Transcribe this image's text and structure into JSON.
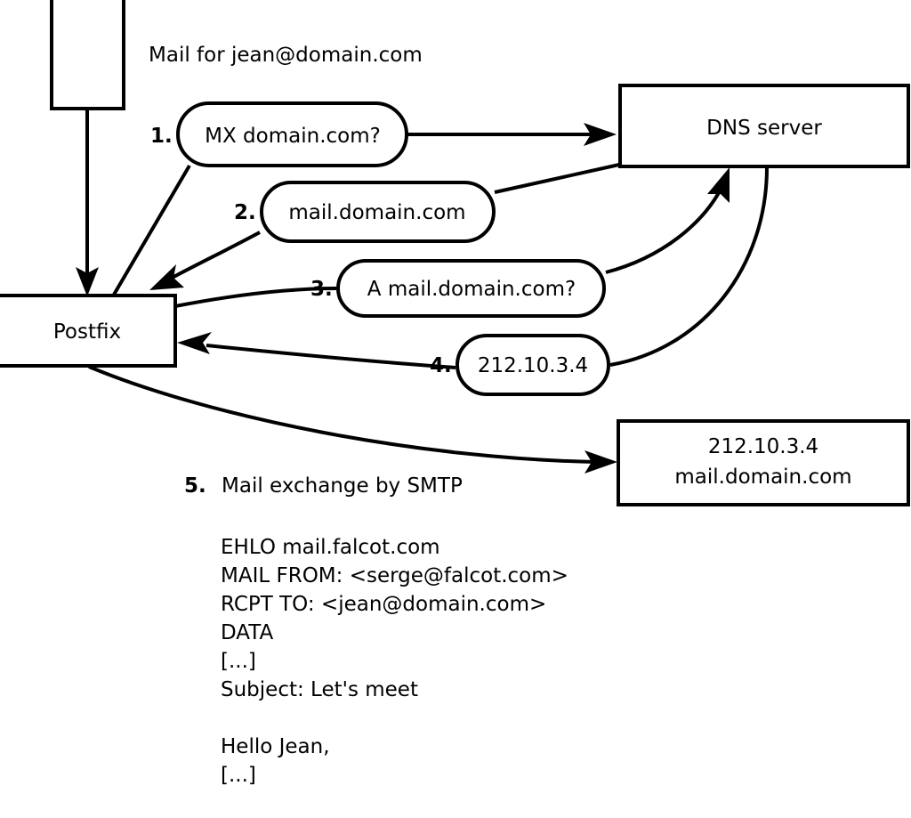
{
  "diagram": {
    "title_label": "Mail for jean@domain.com",
    "nodes": {
      "source_box": {
        "label": ""
      },
      "postfix": {
        "label": "Postfix"
      },
      "dns_server": {
        "label": "DNS server"
      },
      "mail_server": {
        "line1": "212.10.3.4",
        "line2": "mail.domain.com"
      }
    },
    "steps": [
      {
        "num": "1.",
        "label": "MX domain.com?"
      },
      {
        "num": "2.",
        "label": "mail.domain.com"
      },
      {
        "num": "3.",
        "label": "A mail.domain.com?"
      },
      {
        "num": "4.",
        "label": "212.10.3.4"
      },
      {
        "num": "5.",
        "label": "Mail exchange by SMTP"
      }
    ],
    "smtp_transcript": [
      "EHLO mail.falcot.com",
      "MAIL FROM: <serge@falcot.com>",
      "RCPT TO: <jean@domain.com>",
      "DATA",
      "[...]",
      "Subject: Let's meet",
      "",
      "Hello Jean,",
      "[...]",
      "",
      "."
    ],
    "colors": {
      "stroke": "#000000",
      "fill": "#ffffff",
      "text": "#000000"
    }
  }
}
